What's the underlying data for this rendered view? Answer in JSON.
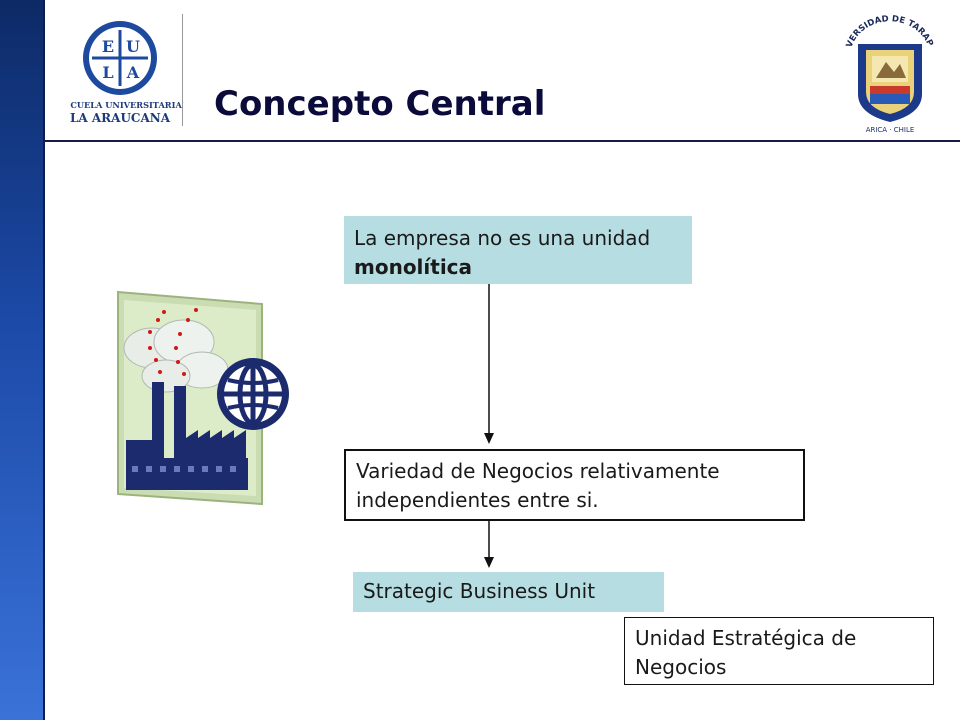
{
  "header": {
    "title": "Concepto Central",
    "logo_left": {
      "line1": "ESCUELA UNIVERSITARIA",
      "line2": "LA ARAUCANA",
      "letters": [
        "E",
        "U",
        "L",
        "A"
      ]
    },
    "logo_right": {
      "arc": "UNIVERSIDAD DE TARAPACA",
      "bottom": "ARICA · CHILE"
    }
  },
  "diagram": {
    "box1": {
      "prefix": "La empresa no es una unidad ",
      "bold": "monolítica"
    },
    "box2": {
      "text": "Variedad de Negocios relativamente independientes entre si."
    },
    "box3": {
      "text": "Strategic Business Unit"
    },
    "box4": {
      "text": "Unidad Estratégica de Negocios"
    }
  },
  "colors": {
    "sidebar": "#1c4aa8",
    "box_fill": "#b6dde2",
    "title": "#0b0b3b"
  },
  "illustration": {
    "icon": "factory-globe-icon"
  }
}
